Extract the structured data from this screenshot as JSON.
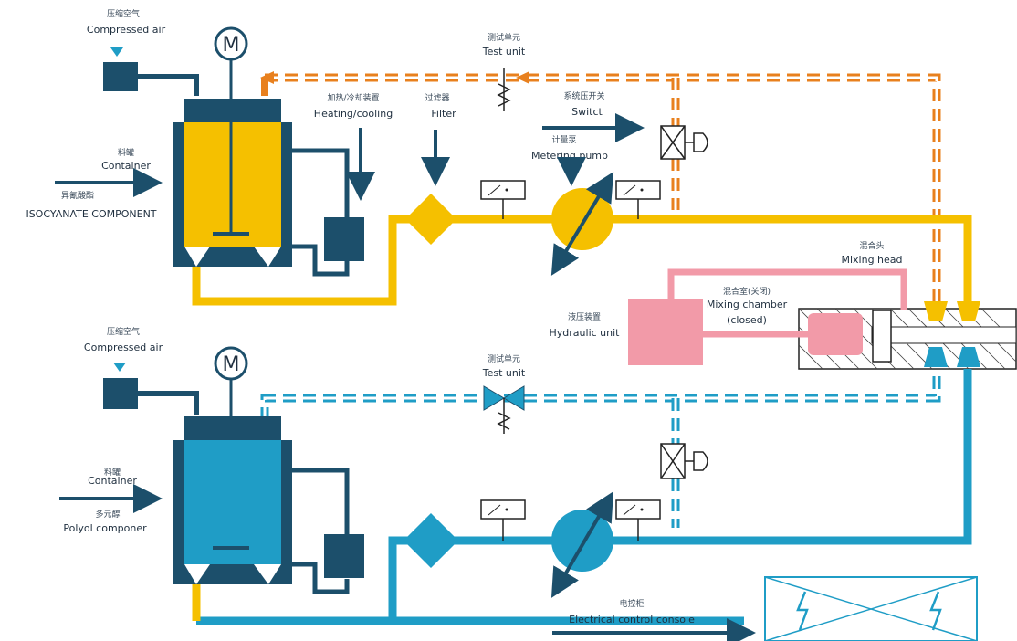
{
  "colors": {
    "yellow": "#f5c000",
    "blue": "#1f9dc6",
    "dark": "#1c4f6b",
    "orange": "#e8801e",
    "pink": "#f29aa8",
    "black": "#222222"
  },
  "top_system": {
    "compressed_air_cn": "压缩空气",
    "compressed_air": "Compressed air",
    "container_cn": "料罐",
    "container": "Container",
    "component_cn": "异氰酸酯",
    "component": "ISOCYANATE COMPONENT",
    "heating_cn": "加热/冷却装置",
    "heating": "Heating/cooling",
    "filter_cn": "过滤器",
    "filter": "Filter",
    "test_unit_cn": "测试单元",
    "test_unit": "Test unit",
    "switch_cn": "系统压开关",
    "switch": "Switct",
    "pump_cn": "计量泵",
    "pump": "Metering pump",
    "motor": "M"
  },
  "mixing": {
    "head_cn": "混合头",
    "head": "Mixing head",
    "chamber_cn": "混合室(关闭)",
    "chamber": "Mixing chamber",
    "closed": "(closed)",
    "hydraulic_cn": "液压装置",
    "hydraulic": "Hydraulic unit"
  },
  "bottom_system": {
    "compressed_air_cn": "压缩空气",
    "compressed_air": "Compressed air",
    "container_cn": "料罐",
    "container": "Container",
    "component_cn": "多元醇",
    "component": "Polyol componer",
    "test_unit_cn": "测试单元",
    "test_unit": "Test unit",
    "motor": "M"
  },
  "console": {
    "label_cn": "电控柜",
    "label": "Electrical control console"
  }
}
